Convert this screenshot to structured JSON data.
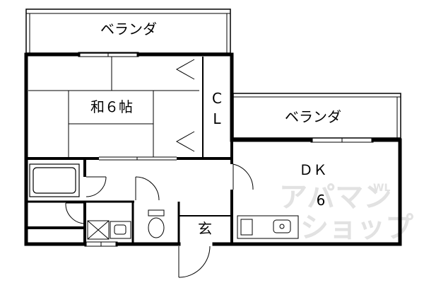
{
  "rooms": {
    "veranda_top": "ベランダ",
    "washitsu": "和６帖",
    "closet_c": "C",
    "closet_l": "L",
    "veranda_right": "ベランダ",
    "dk": "ＤＫ",
    "dk_size": "6",
    "genkan": "玄"
  },
  "watermark": {
    "line1": "アパマン",
    "line2": "ショップ",
    "wl": "WL"
  }
}
